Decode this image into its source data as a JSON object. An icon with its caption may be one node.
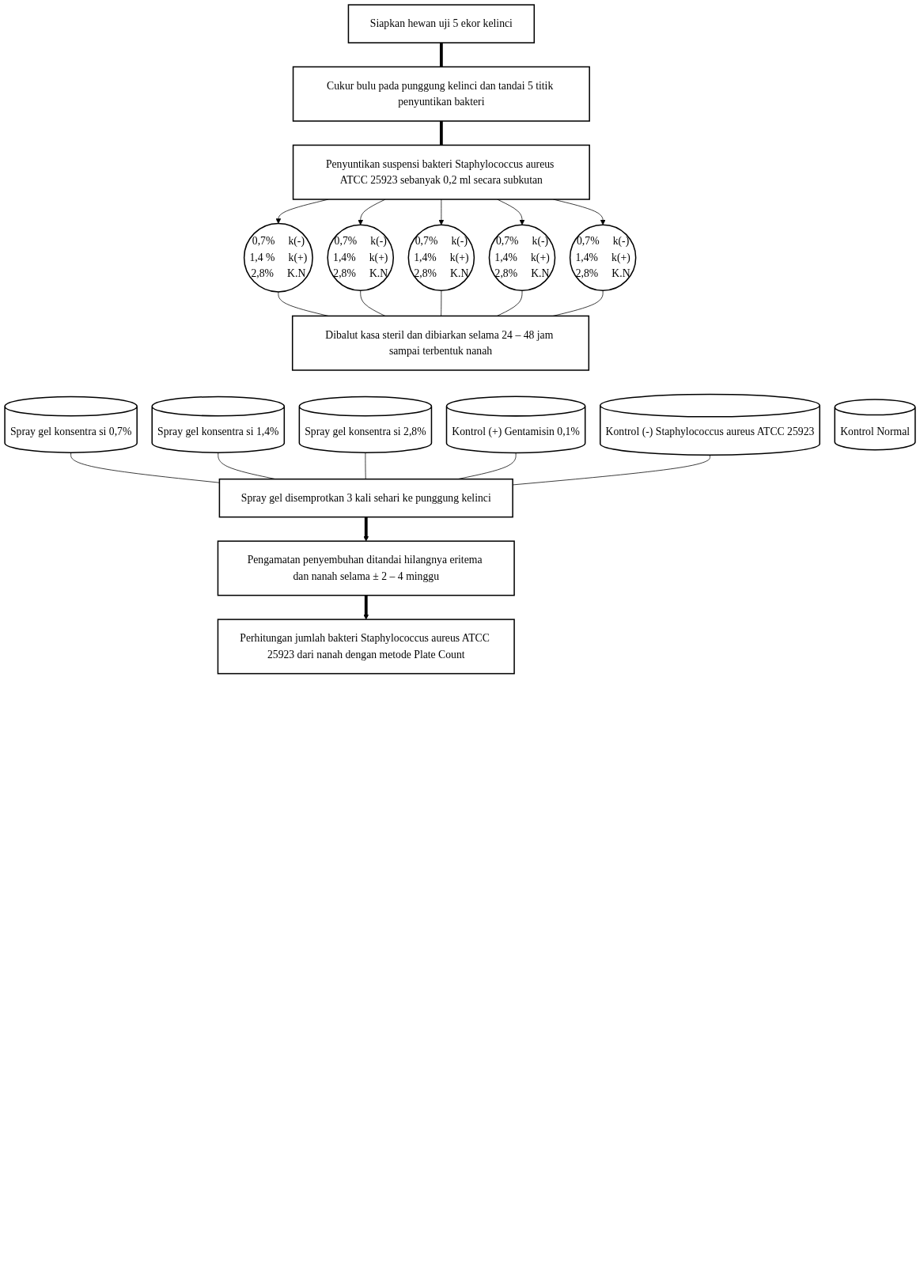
{
  "diagram": {
    "nodes": [
      {
        "text": [
          "Siapkan hewan uji 5 ekor kelinci"
        ]
      },
      {
        "text": [
          "Cukur bulu pada punggung kelinci dan tandai 5 titik penyuntikan bakteri"
        ]
      },
      {
        "text": [
          "Penyuntikan suspensi bakteri Staphylococcus aureus ATCC 25923 sebanyak 0,2 ml secara subkutan"
        ]
      },
      {
        "text": [
          "0,7%",
          "k(-)",
          "1,4 %",
          "k(+)",
          "2,8%",
          "K.N"
        ]
      },
      {
        "text": [
          "0,7%",
          "k(-)",
          "1,4%",
          "k(+)",
          "2,8%",
          "K.N"
        ]
      },
      {
        "text": [
          "0,7%",
          "k(-)",
          "1,4%",
          "k(+)",
          "2,8%",
          "K.N"
        ]
      },
      {
        "text": [
          "0,7%",
          "k(-)",
          "1,4%",
          "k(+)",
          "2,8%",
          "K.N"
        ]
      },
      {
        "text": [
          "0,7%",
          "k(-)",
          "1,4%",
          "k(+)",
          "2,8%",
          "K.N"
        ]
      },
      {
        "text": [
          "Dibalut kasa steril dan dibiarkan selama 24 – 48 jam sampai terbentuk nanah"
        ]
      },
      {
        "text": [
          "Spray gel konsentra si 0,7%"
        ]
      },
      {
        "text": [
          "Spray gel konsentra si 1,4%"
        ]
      },
      {
        "text": [
          "Spray gel konsentra si 2,8%"
        ]
      },
      {
        "text": [
          "Kontrol (+) Gentamisin 0,1%"
        ]
      },
      {
        "text": [
          "Kontrol (-) Staphylococcus aureus ATCC 25923"
        ]
      },
      {
        "text": [
          "Kontrol Normal"
        ]
      },
      {
        "text": [
          "Spray gel disemprotkan 3 kali sehari ke punggung kelinci"
        ]
      },
      {
        "text": [
          "Pengamatan penyembuhan ditandai hilangnya eritema dan nanah selama ± 2 – 4 minggu"
        ]
      },
      {
        "text": [
          "Perhitungan jumlah bakteri Staphylococcus aureus ATCC 25923 dari nanah dengan metode Plate Count"
        ]
      }
    ],
    "edges": [
      {
        "from": 0,
        "to": 1,
        "arrow": "none",
        "style": "thick"
      },
      {
        "from": 1,
        "to": 2,
        "arrow": "none",
        "style": "thick"
      },
      {
        "from": 2,
        "to": 3,
        "arrow": "to"
      },
      {
        "from": 2,
        "to": 4,
        "arrow": "to"
      },
      {
        "from": 2,
        "to": 5,
        "arrow": "to"
      },
      {
        "from": 2,
        "to": 6,
        "arrow": "to"
      },
      {
        "from": 2,
        "to": 7,
        "arrow": "to"
      },
      {
        "from": 3,
        "to": 8,
        "arrow": "none"
      },
      {
        "from": 4,
        "to": 8,
        "arrow": "none"
      },
      {
        "from": 5,
        "to": 8,
        "arrow": "none"
      },
      {
        "from": 6,
        "to": 8,
        "arrow": "none"
      },
      {
        "from": 7,
        "to": 8,
        "arrow": "none"
      },
      {
        "from": 9,
        "to": 15,
        "arrow": "none"
      },
      {
        "from": 10,
        "to": 15,
        "arrow": "none"
      },
      {
        "from": 11,
        "to": 15,
        "arrow": "none"
      },
      {
        "from": 12,
        "to": 15,
        "arrow": "none"
      },
      {
        "from": 13,
        "to": 15,
        "arrow": "none"
      },
      {
        "from": 15,
        "to": 16,
        "arrow": "to",
        "style": "thick"
      },
      {
        "from": 16,
        "to": 17,
        "arrow": "to",
        "style": "thick"
      }
    ]
  }
}
